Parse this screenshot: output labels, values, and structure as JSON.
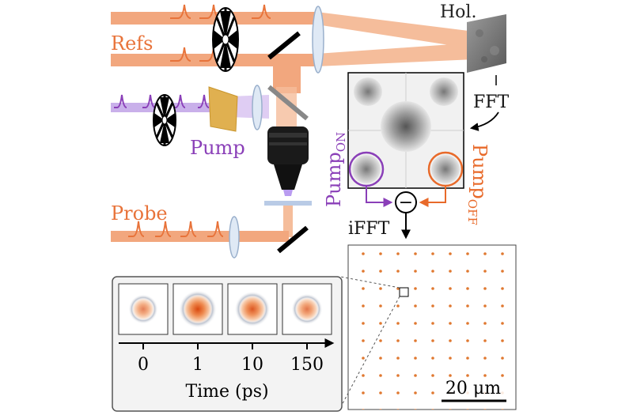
{
  "labels": {
    "refs": "Refs",
    "pump": "Pump",
    "probe": "Probe",
    "hologram": "Hol.",
    "fft": "FFT",
    "ifft": "iFFT",
    "pump_on_main": "Pump",
    "pump_on_sub": "ON",
    "pump_off_main": "Pump",
    "pump_off_sub": "OFF",
    "minus": "−",
    "time_axis": "Time (ps)",
    "scale_bar": "20 μm"
  },
  "time_points": [
    {
      "label": "0",
      "intensity": 0.45
    },
    {
      "label": "1",
      "intensity": 1.0
    },
    {
      "label": "10",
      "intensity": 0.85
    },
    {
      "label": "150",
      "intensity": 0.55
    }
  ],
  "colors": {
    "beam_orange": "#f2a77e",
    "pulse_orange": "#e8733a",
    "pump_purple": "#a57fd6",
    "pump_on": "#8a3fb8",
    "pump_off": "#e86a2a",
    "dot_orange": "#e07830"
  },
  "icons": {
    "chopper": "chopper-wheel-icon",
    "objective": "microscope-objective-icon",
    "lens": "lens-icon",
    "mirror": "mirror-icon",
    "grating": "grating-icon"
  }
}
